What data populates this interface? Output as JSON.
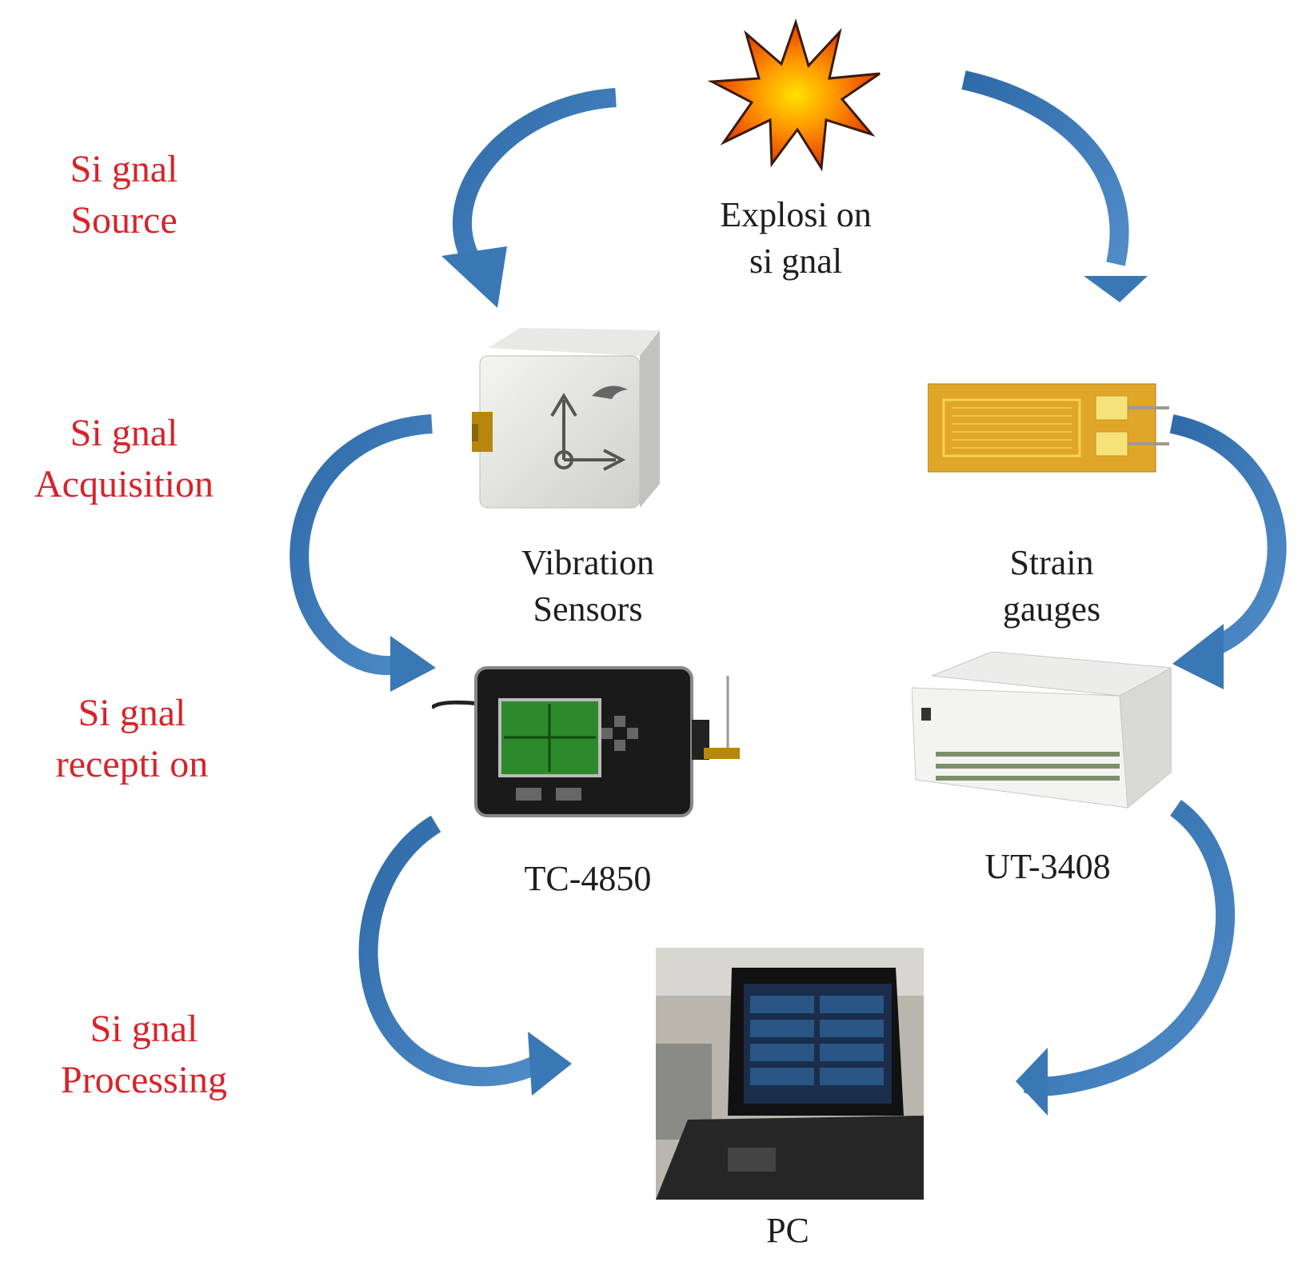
{
  "stages": [
    {
      "line1": "Si gnal",
      "line2": "Source"
    },
    {
      "line1": "Si gnal",
      "line2": "Acquisition"
    },
    {
      "line1": "Si gnal",
      "line2": "recepti on"
    },
    {
      "line1": "Si gnal",
      "line2": "Processing"
    }
  ],
  "nodes": {
    "explosion": {
      "line1": "Explosi on",
      "line2": "si gnal"
    },
    "vibration_sensors": {
      "line1": "Vibration",
      "line2": "Sensors"
    },
    "strain_gauges": {
      "line1": "Strain",
      "line2": "gauges"
    },
    "tc4850": {
      "line1": "TC-4850"
    },
    "ut3408": {
      "line1": "UT-3408"
    },
    "pc": {
      "line1": "PC"
    }
  },
  "colors": {
    "stage_text": "#d8232a",
    "arrow": "#3a78b5",
    "node_text": "#1e1e1e"
  },
  "icons": [
    "explosion-icon",
    "vibration-sensor-icon",
    "strain-gauge-icon",
    "tc4850-device-icon",
    "ut3408-device-icon",
    "pc-laptop-icon"
  ]
}
